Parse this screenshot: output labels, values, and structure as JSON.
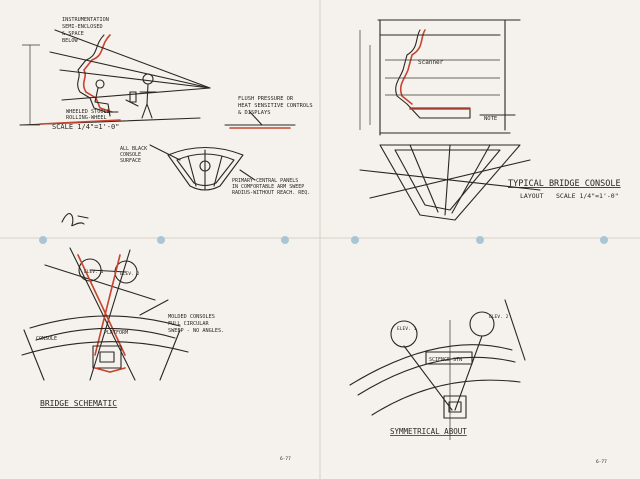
{
  "sheets": {
    "top_left": {
      "labels": {
        "instr": "INSTRUMENTATION",
        "instr2": "SEMI-ENCLOSED",
        "instr3": "& SPACE",
        "instr4": "BELOW",
        "rolling": "WHEELED STOOLS",
        "rolling2": "ROLLING-WHEEL",
        "flush": "FLUSH PRESSURE OR",
        "flush2": "HEAT SENSITIVE CONTROLS",
        "flush3": "& DISPLAYS",
        "scale": "SCALE 1/4\"=1'-0\"",
        "allblack": "ALL BLACK",
        "allblack2": "CONSOLE",
        "allblack3": "SURFACE",
        "primary": "PRIMARY CENTRAL PANELS",
        "primary2": "IN COMFORTABLE ARM SWEEP",
        "primary3": "RADIUS-WITHOUT REACH. REQ.",
        "signature": "Jefferies"
      }
    },
    "top_right": {
      "labels": {
        "title": "TYPICAL BRIDGE CONSOLE",
        "layout": "LAYOUT",
        "scale": "SCALE 1/4\"=1'-0\"",
        "scanner": "Scanner",
        "note": "NOTE"
      }
    },
    "bottom_left": {
      "labels": {
        "elev1": "ELEV. 1",
        "elev2": "ELEV. 2",
        "molded": "MOLDED CONSOLES",
        "molded2": "FULL CIRCULAR",
        "molded3": "SWEEP - NO ANGLES.",
        "console": "CONSOLE",
        "platform": "PLATFORM",
        "title": "BRIDGE SCHEMATIC",
        "page": "6-77"
      }
    },
    "bottom_right": {
      "labels": {
        "elev1": "ELEV. 1",
        "elev2": "ELEV. 2",
        "science": "SCIENCE STN",
        "title": "SYMMETRICAL ABOUT",
        "page": "6-77"
      }
    }
  }
}
